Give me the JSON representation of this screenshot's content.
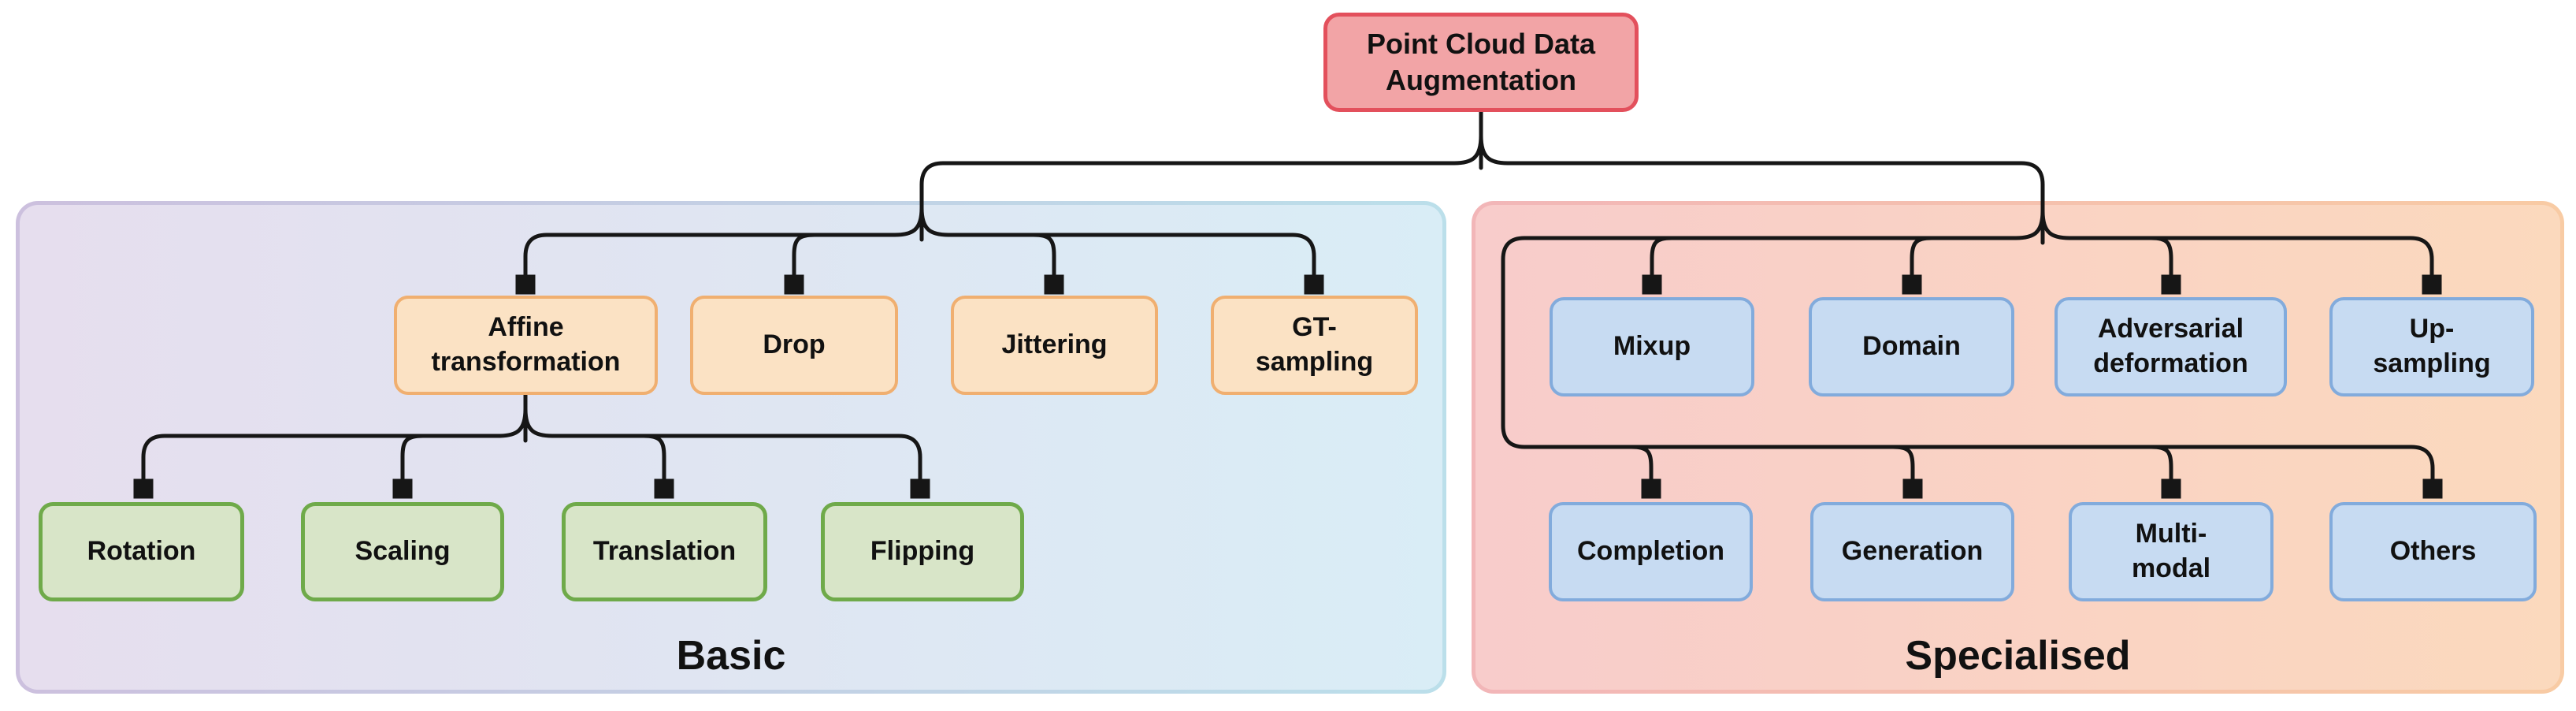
{
  "diagram_title": "Point Cloud Data Augmentation taxonomy",
  "nodes": {
    "root": {
      "label": "Point Cloud Data\nAugmentation"
    },
    "basic": {
      "panel_label": "Basic",
      "level1": [
        {
          "label": "Affine\ntransformation"
        },
        {
          "label": "Drop"
        },
        {
          "label": "Jittering"
        },
        {
          "label": "GT-\nsampling"
        }
      ],
      "level2": [
        {
          "label": "Rotation"
        },
        {
          "label": "Scaling"
        },
        {
          "label": "Translation"
        },
        {
          "label": "Flipping"
        }
      ]
    },
    "specialised": {
      "panel_label": "Specialised",
      "row1": [
        {
          "label": "Mixup"
        },
        {
          "label": "Domain"
        },
        {
          "label": "Adversarial\ndeformation"
        },
        {
          "label": "Up-\nsampling"
        }
      ],
      "row2": [
        {
          "label": "Completion"
        },
        {
          "label": "Generation"
        },
        {
          "label": "Multi-\nmodal"
        },
        {
          "label": "Others"
        }
      ]
    }
  },
  "theme": {
    "rootFill": "#f2a4a6",
    "rootStroke": "#e3505c",
    "l1Fill": "#fbe2c4",
    "l1Stroke": "#f0af70",
    "l2Fill": "#d8e5c8",
    "l2Stroke": "#6faa4a",
    "specFill": "#c7dbf2",
    "specStroke": "#82abdc",
    "basicFrom": "#e6deee",
    "basicTo": "#d9edf6",
    "basicBorderFrom": "#ccc0de",
    "basicBorderTo": "#bbdfea",
    "specFrom": "#f8cccb",
    "specTo": "#fbd9bd",
    "specBorderFrom": "#f2b6b8",
    "specBorderTo": "#f8cba4",
    "arrow": "#161616",
    "text": "#111111",
    "pageBg": "#ffffff"
  }
}
